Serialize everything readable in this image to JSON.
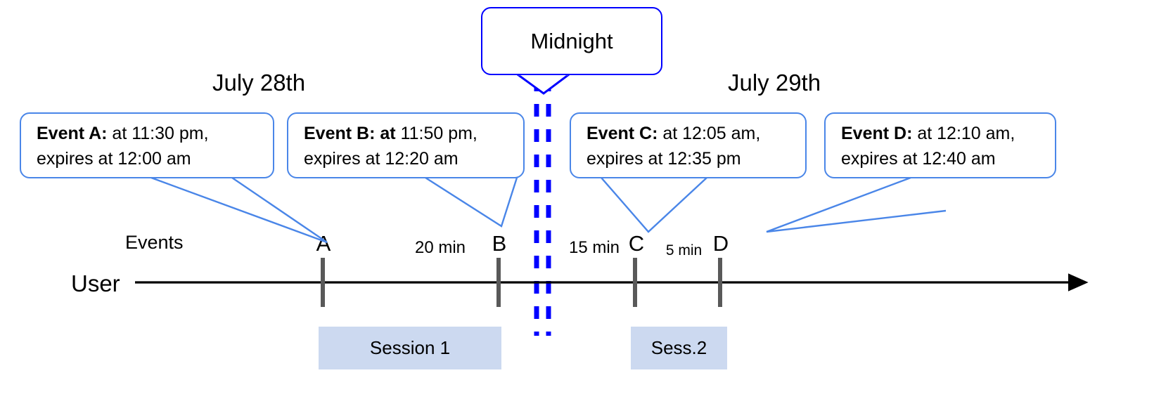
{
  "diagram": {
    "title_note": "Event expiry timeline across midnight",
    "accent_blue": "#4a86e8",
    "midnight_blue": "#0000ff",
    "session_fill": "#ccd9f0",
    "axis_color": "#000000",
    "tick_color": "#595959"
  },
  "days": {
    "left": "July 28th",
    "right": "July 29th"
  },
  "midnight": {
    "label": "Midnight"
  },
  "lanes": {
    "events_label": "Events",
    "user_label": "User"
  },
  "callouts": [
    {
      "id": "event-a",
      "bold": "Event A:",
      "rest": " at 11:30 pm,",
      "line2": "expires at 12:00 am"
    },
    {
      "id": "event-b",
      "bold": "Event B: at",
      "rest": " 11:50 pm,",
      "line2": "expires at 12:20 am"
    },
    {
      "id": "event-c",
      "bold": "Event C:",
      "rest": " at 12:05 am,",
      "line2": "expires at 12:35 pm"
    },
    {
      "id": "event-d",
      "bold": "Event D:",
      "rest": "  at 12:10 am,",
      "line2": "expires at 12:40 am"
    }
  ],
  "events": [
    {
      "letter": "A"
    },
    {
      "letter": "B"
    },
    {
      "letter": "C"
    },
    {
      "letter": "D"
    }
  ],
  "gaps": [
    {
      "label": "20 min"
    },
    {
      "label": "15 min"
    },
    {
      "label": "5 min"
    }
  ],
  "sessions": [
    {
      "label": "Session 1"
    },
    {
      "label": "Sess.2"
    }
  ]
}
